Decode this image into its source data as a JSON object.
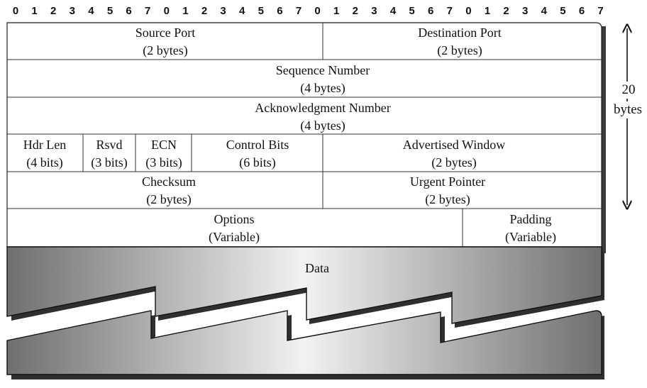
{
  "bit_header": [
    "0",
    "1",
    "2",
    "3",
    "4",
    "5",
    "6",
    "7",
    "0",
    "1",
    "2",
    "3",
    "4",
    "5",
    "6",
    "7",
    "0",
    "1",
    "2",
    "3",
    "4",
    "5",
    "6",
    "7",
    "0",
    "1",
    "2",
    "3",
    "4",
    "5",
    "6",
    "7"
  ],
  "rows": {
    "row1": {
      "source_port": {
        "name": "Source Port",
        "size": "(2 bytes)"
      },
      "destination_port": {
        "name": "Destination Port",
        "size": "(2 bytes)"
      }
    },
    "row2": {
      "sequence_number": {
        "name": "Sequence Number",
        "size": "(4 bytes)"
      }
    },
    "row3": {
      "acknowledgment_number": {
        "name": "Acknowledgment Number",
        "size": "(4 bytes)"
      }
    },
    "row4": {
      "hdr_len": {
        "name": "Hdr Len",
        "size": "(4 bits)"
      },
      "rsvd": {
        "name": "Rsvd",
        "size": "(3 bits)"
      },
      "ecn": {
        "name": "ECN",
        "size": "(3 bits)"
      },
      "control_bits": {
        "name": "Control Bits",
        "size": "(6 bits)"
      },
      "advertised_window": {
        "name": "Advertised Window",
        "size": "(2 bytes)"
      }
    },
    "row5": {
      "checksum": {
        "name": "Checksum",
        "size": "(2 bytes)"
      },
      "urgent_pointer": {
        "name": "Urgent Pointer",
        "size": "(2 bytes)"
      }
    },
    "row6": {
      "options": {
        "name": "Options",
        "size": "(Variable)"
      },
      "padding": {
        "name": "Padding",
        "size": "(Variable)"
      }
    }
  },
  "data_label": "Data",
  "header_size": {
    "value": "20",
    "unit": "bytes"
  }
}
